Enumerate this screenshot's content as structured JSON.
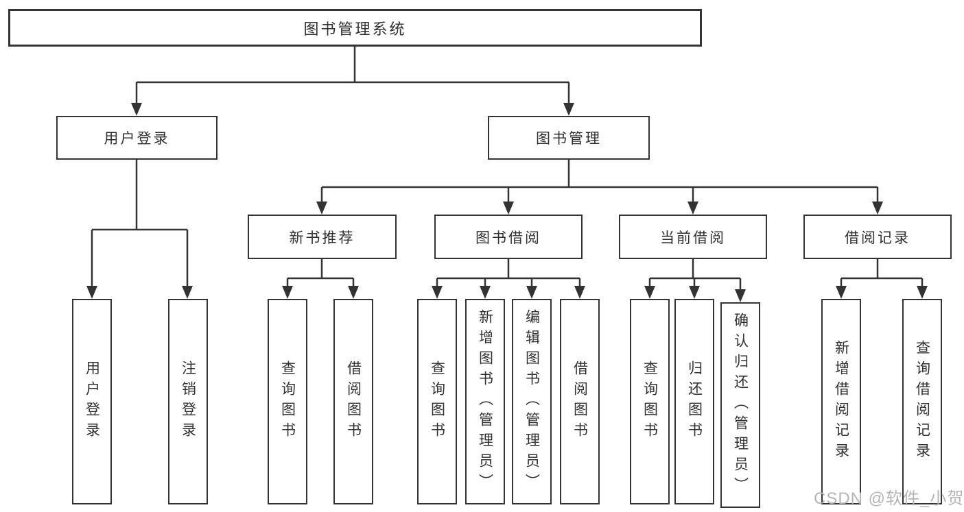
{
  "tree": {
    "label": "图书管理系统",
    "children": [
      {
        "label": "用户登录",
        "children": [
          {
            "label": "用户登录"
          },
          {
            "label": "注销登录"
          }
        ]
      },
      {
        "label": "图书管理",
        "children": [
          {
            "label": "新书推荐",
            "children": [
              {
                "label": "查询图书"
              },
              {
                "label": "借阅图书"
              }
            ]
          },
          {
            "label": "图书借阅",
            "children": [
              {
                "label": "查询图书"
              },
              {
                "label": "新增图书（管理员）"
              },
              {
                "label": "编辑图书（管理员）"
              },
              {
                "label": "借阅图书"
              }
            ]
          },
          {
            "label": "当前借阅",
            "children": [
              {
                "label": "查询图书"
              },
              {
                "label": "归还图书"
              },
              {
                "label": "确认归还（管理员）"
              }
            ]
          },
          {
            "label": "借阅记录",
            "children": [
              {
                "label": "新增借阅记录"
              },
              {
                "label": "查询借阅记录"
              }
            ]
          }
        ]
      }
    ]
  },
  "watermark": {
    "text": "CSDN @软件_小贺同学"
  },
  "colors": {
    "line": "#333333",
    "box_background": "#ffffff",
    "watermark": "#b5b5b5"
  }
}
